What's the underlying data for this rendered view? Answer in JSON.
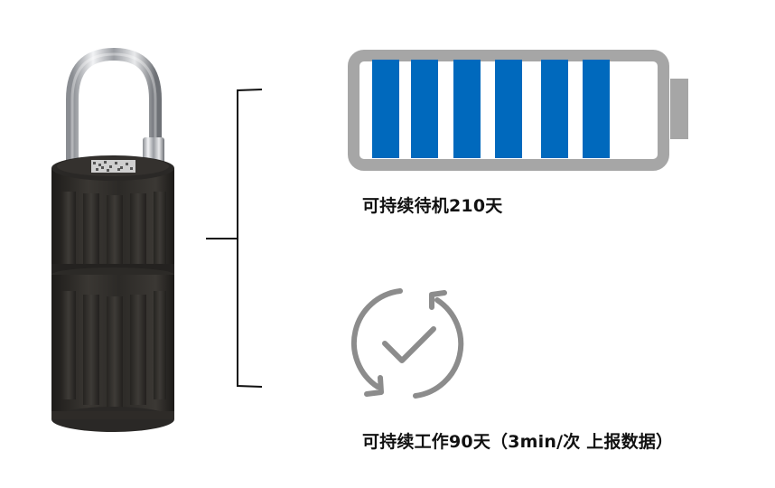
{
  "product": {
    "name": "padlock-tracker-device",
    "body_color": "#2e2b28",
    "shackle_color": "#c9ccd0"
  },
  "battery": {
    "frame_color": "#a6a6a6",
    "bar_color": "#0069bd",
    "bars_filled": 6,
    "bar_positions": [
      32,
      75,
      122,
      168,
      219,
      265
    ]
  },
  "standby": {
    "text": "可持续待机210天"
  },
  "sync_icon": {
    "icon": "sync-check-icon",
    "color": "#8c8c8c"
  },
  "work": {
    "text": "可持续工作90天（3min/次 上报数据）"
  }
}
